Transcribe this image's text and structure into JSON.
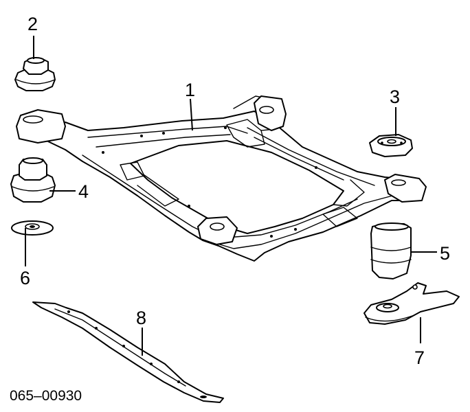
{
  "callouts": {
    "part_1": "1",
    "part_2": "2",
    "part_3": "3",
    "part_4": "4",
    "part_5": "5",
    "part_6": "6",
    "part_7": "7",
    "part_8": "8"
  },
  "diagram_code": "065–00930",
  "colors": {
    "ink": "#000000",
    "paper": "#ffffff"
  }
}
